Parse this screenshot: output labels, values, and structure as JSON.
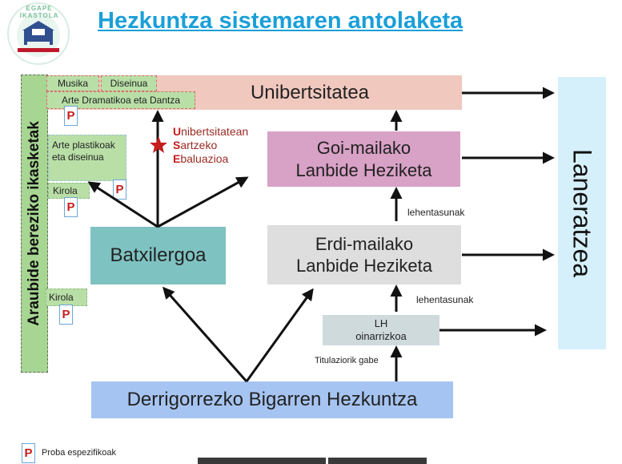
{
  "title": "Hezkuntza sistemaren antolaketa",
  "logo": {
    "text": "EGAPE IKASTOLA",
    "colors": {
      "green": "#7bbf9a",
      "blue": "#2f4f8f",
      "red": "#c0182b"
    }
  },
  "boxes": {
    "unibertsitatea": "Unibertsitatea",
    "goi_line1": "Goi-mailako",
    "goi_line2": "Lanbide Heziketa",
    "erdi_line1": "Erdi-mailako",
    "erdi_line2": "Lanbide Heziketa",
    "lh_line1": "LH",
    "lh_line2": "oinarrizkoa",
    "batxilergoa": "Batxilergoa",
    "derrigorrezko": "Derrigorrezko Bigarren Hezkuntza",
    "laneratzea": "Laneratzea",
    "araubide": "Araubide bereziko ikasketak"
  },
  "special": {
    "musika": "Musika",
    "diseinua": "Diseinua",
    "arte_dramatikoa": "Arte Dramatikoa eta Dantza",
    "arte_plastikoak": "Arte plastikoak eta diseinua",
    "kirola_top": "Kirola",
    "kirola_bottom": "Kirola"
  },
  "labels": {
    "ues_u": "U",
    "ues_u_rest": "nibertsitatean",
    "ues_s": "S",
    "ues_s_rest": "artzeko",
    "ues_e": "E",
    "ues_e_rest": "baluazioa",
    "lehentasunak_1": "lehentasunak",
    "lehentasunak_2": "lehentasunak",
    "titulaziorik_gabe": "Titulaziorik gabe"
  },
  "legend": {
    "badge": "P",
    "text": "Proba espezifikoak"
  },
  "colors": {
    "title": "#1a9fd8",
    "unibertsitatea": "#f0c8be",
    "goi": "#d8a1c6",
    "erdi": "#dedede",
    "lh": "#cfdadd",
    "batxilergoa": "#7fc2c2",
    "derrigorrezko": "#a6c4f1",
    "laneratzea": "#d6f0fb",
    "araubide": "#a7d592",
    "ues_text": "#9a2b24",
    "badge": "#c81d1d"
  }
}
